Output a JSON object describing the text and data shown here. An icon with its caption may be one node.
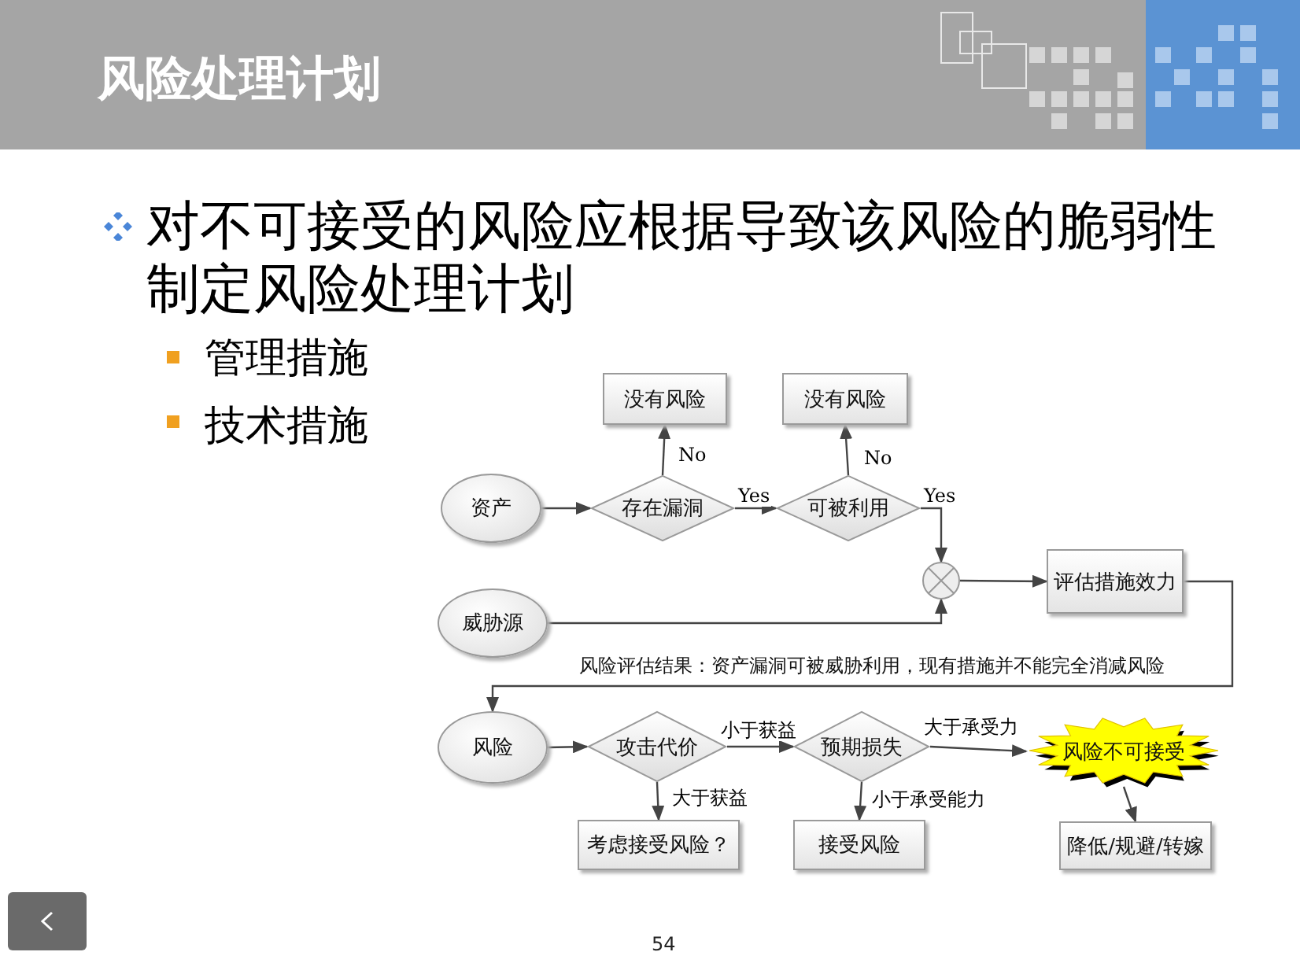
{
  "diagram": {
    "title": "风险处理计划",
    "nodes": [
      {
        "text": [
          "资产"
        ]
      },
      {
        "text": [
          "存在漏洞"
        ]
      },
      {
        "text": [
          "没有风险"
        ]
      },
      {
        "text": [
          "可被利用"
        ]
      },
      {
        "text": [
          "没有风险"
        ]
      },
      {
        "text": [],
        "shape": "circle"
      },
      {
        "text": [
          "威胁源"
        ]
      },
      {
        "text": [
          "评估措施效力"
        ]
      },
      {
        "text": [
          "风险"
        ]
      },
      {
        "text": [
          "攻击代价"
        ]
      },
      {
        "text": [
          "预期损失"
        ]
      },
      {
        "text": [
          "风险不可接受"
        ]
      },
      {
        "text": [
          "考虑接受风险？"
        ]
      },
      {
        "text": [
          "接受风险"
        ]
      },
      {
        "text": [
          "降低/规避/转嫁"
        ]
      }
    ],
    "edges": [
      {
        "from": 0,
        "to": 1,
        "arrow": "to"
      },
      {
        "from": 1,
        "to": 2,
        "arrow": "to",
        "label": "No"
      },
      {
        "from": 1,
        "to": 3,
        "arrow": "to",
        "label": "Yes"
      },
      {
        "from": 3,
        "to": 4,
        "arrow": "to",
        "label": "No"
      },
      {
        "from": 3,
        "to": 5,
        "arrow": "to",
        "label": "Yes"
      },
      {
        "from": 6,
        "to": 5,
        "arrow": "to"
      },
      {
        "from": 5,
        "to": 7,
        "arrow": "to"
      },
      {
        "from": 7,
        "to": 8,
        "arrow": "to"
      },
      {
        "from": 8,
        "to": 9,
        "arrow": "to"
      },
      {
        "from": 9,
        "to": 10,
        "arrow": "to",
        "label": "小于获益"
      },
      {
        "from": 9,
        "to": 12,
        "arrow": "to",
        "label": "大于获益"
      },
      {
        "from": 10,
        "to": 11,
        "arrow": "to",
        "label": "大于承受力"
      },
      {
        "from": 10,
        "to": 13,
        "arrow": "to",
        "label": "小于承受能力"
      },
      {
        "from": 11,
        "to": 14,
        "arrow": "to"
      }
    ],
    "labels": [
      "对不可接受的风险应根据导致该风险的脆弱性制定风险处理计划",
      "管理措施",
      "技术措施",
      "风险评估结果：资产漏洞可被威胁利用，现有措施并不能完全消减风险",
      "54"
    ]
  }
}
